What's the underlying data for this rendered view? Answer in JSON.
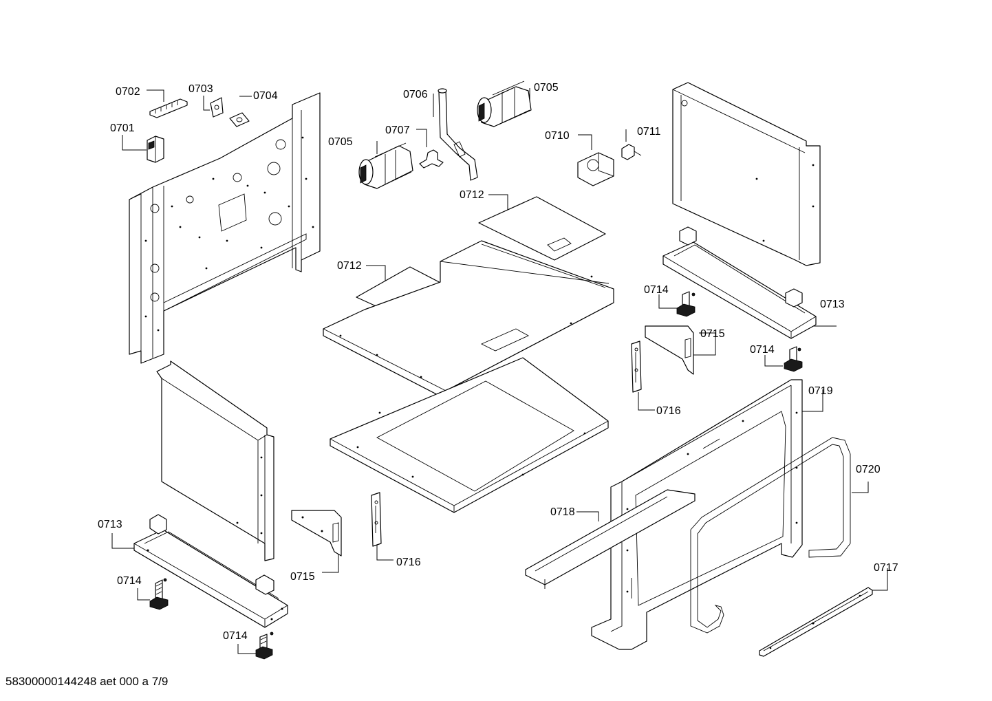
{
  "labels": {
    "l0701": "0701",
    "l0702": "0702",
    "l0703": "0703",
    "l0704": "0704",
    "l0705": "0705",
    "l0706": "0706",
    "l0707": "0707",
    "l0710": "0710",
    "l0711": "0711",
    "l0712": "0712",
    "l0713": "0713",
    "l0714": "0714",
    "l0715": "0715",
    "l0716": "0716",
    "l0717": "0717",
    "l0718": "0718",
    "l0719": "0719",
    "l0720": "0720"
  },
  "footer": "58300000144248 aet 000 a 7/9"
}
